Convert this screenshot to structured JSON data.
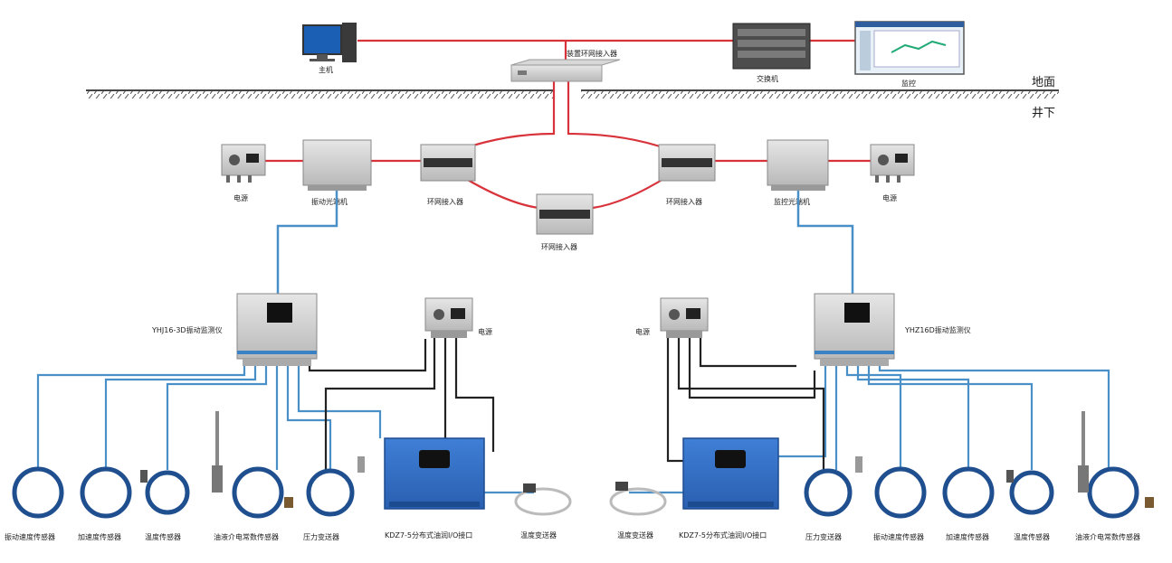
{
  "surface_label": "地面",
  "underground_label": "井下",
  "top": {
    "host_label": "主机",
    "access_label": "装置环网接入器",
    "switch_label": "交换机",
    "screen_label": "监控"
  },
  "ring": {
    "left_fiber_label": "振动光端机",
    "left_access_label": "环网接入器",
    "right_access_label": "环网接入器",
    "right_fiber_label": "监控光端机",
    "bottom_access_label": "环网接入器",
    "left_power_label": "电源",
    "right_power_label": "电源"
  },
  "left": {
    "monitor_label": "YHJ16-3D振动监测仪",
    "power_label": "电源",
    "box_label": "KDZ7-5分布式油润I/O接口",
    "temp_label": "温度变送器",
    "sensors": [
      "振动速度传感器",
      "加速度传感器",
      "温度传感器",
      "油液介电常数传感器",
      "压力变送器"
    ]
  },
  "right": {
    "monitor_label": "YHZ16D振动监测仪",
    "power_label": "电源",
    "box_label": "KDZ7-5分布式油润I/O接口",
    "temp_label": "温度变送器",
    "sensors": [
      "压力变送器",
      "振动速度传感器",
      "加速度传感器",
      "温度传感器",
      "油液介电常数传感器"
    ]
  }
}
